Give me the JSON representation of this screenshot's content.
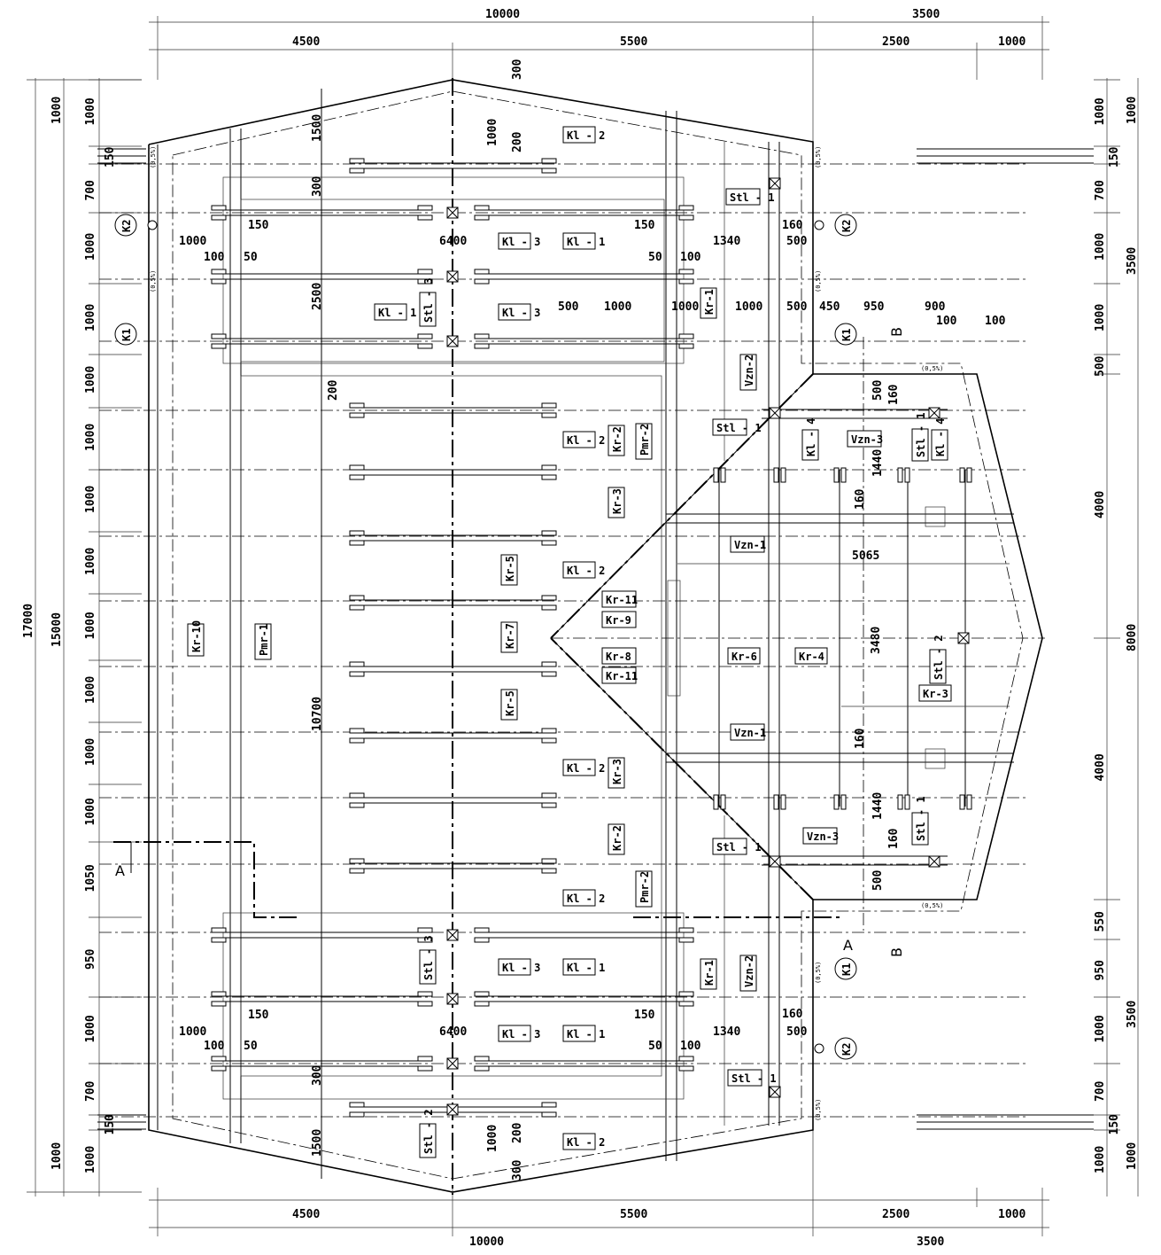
{
  "overall": {
    "width_mm": "10000",
    "right_mm": "3500",
    "height_mm": "17000",
    "inner_height_mm": "15000",
    "center_mm": "8000"
  },
  "top_dims": {
    "left": "4500",
    "mid": "5500",
    "r1": "2500",
    "r2": "1000"
  },
  "bottom_dims": {
    "left": "4500",
    "mid": "5500",
    "r1": "2500",
    "r2": "1000",
    "total": "10000",
    "right": "3500"
  },
  "left_dims": [
    "1000",
    "150",
    "700",
    "1000",
    "1000",
    "1000",
    "1000",
    "1000",
    "1000",
    "1000",
    "1000",
    "1000",
    "1000",
    "1050",
    "950",
    "1000",
    "700",
    "150",
    "1000"
  ],
  "left_outer": [
    "1000",
    "1000"
  ],
  "right_dims": [
    "1000",
    "150",
    "700",
    "1000",
    "1000",
    "500",
    "4000",
    "4000",
    "550",
    "950",
    "1000",
    "700",
    "150",
    "1000"
  ],
  "right_outer": [
    "1000",
    "3500",
    "3500",
    "1000"
  ],
  "inner_dims": {
    "d300": "300",
    "d1500": "1500",
    "d1000": "1000",
    "d200": "200",
    "d2500": "2500",
    "d10700": "10700",
    "d6400": "6400",
    "d150": "150",
    "d100": "100",
    "d50": "50",
    "d1340": "1340",
    "d160": "160",
    "d500": "500",
    "d450": "450",
    "d950": "950",
    "d900": "900",
    "d1440": "1440",
    "d5065": "5065",
    "d3480": "3480"
  },
  "labels": {
    "kl1": "Kl - 1",
    "kl2": "Kl - 2",
    "kl3": "Kl - 3",
    "kl4": "Kl - 4",
    "stl1": "Stl - 1",
    "stl2": "Stl - 2",
    "stl3": "Stl - 3",
    "k1": "K1",
    "k2": "K2",
    "kr1": "Kr-1",
    "kr2": "Kr-2",
    "kr3": "Kr-3",
    "kr4": "Kr-4",
    "kr5": "Kr-5",
    "kr6": "Kr-6",
    "kr7": "Kr-7",
    "kr8": "Kr-8",
    "kr9": "Kr-9",
    "kr10": "Kr-10",
    "kr11": "Kr-11",
    "pmr1": "Pmr-1",
    "pmr2": "Pmr-2",
    "vzn1": "Vzn-1",
    "vzn2": "Vzn-2",
    "vzn3": "Vzn-3",
    "slope": "(0,5%)",
    "secA": "A",
    "secB": "B"
  }
}
